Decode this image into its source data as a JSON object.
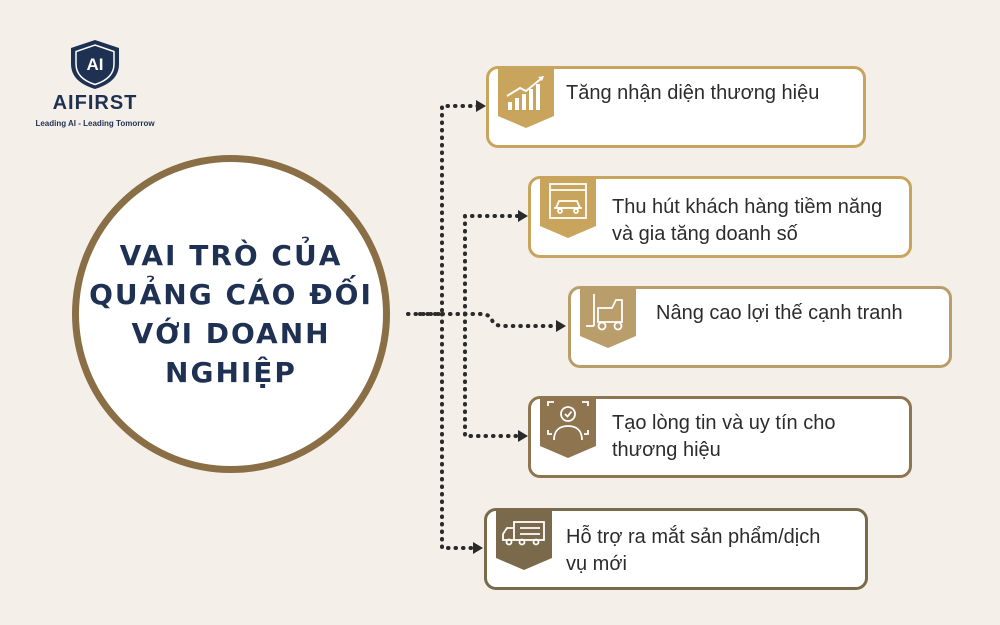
{
  "brand": {
    "logo_mark": "AI",
    "name": "AIFIRST",
    "tagline": "Leading AI - Leading Tomorrow"
  },
  "title": "VAI TRÒ CỦA\nQUẢNG CÁO ĐỐI\nVỚI DOANH NGHIỆP",
  "items": [
    {
      "label": "Tăng nhận diện thương hiệu",
      "icon": "growth-chart-icon",
      "color": "#c9a45c"
    },
    {
      "label": "Thu hút khách hàng tiềm năng\nvà gia tăng doanh số",
      "icon": "shop-car-icon",
      "color": "#c9a45c"
    },
    {
      "label": "Nâng cao lợi thế cạnh tranh",
      "icon": "forklift-icon",
      "color": "#b99d6b"
    },
    {
      "label": "Tạo lòng tin và uy tín cho\nthương hiệu",
      "icon": "trusted-person-icon",
      "color": "#8e7550"
    },
    {
      "label": "Hỗ trợ ra mắt sản phẩm/dịch\nvụ mới",
      "icon": "delivery-truck-icon",
      "color": "#7a6a4b"
    }
  ]
}
